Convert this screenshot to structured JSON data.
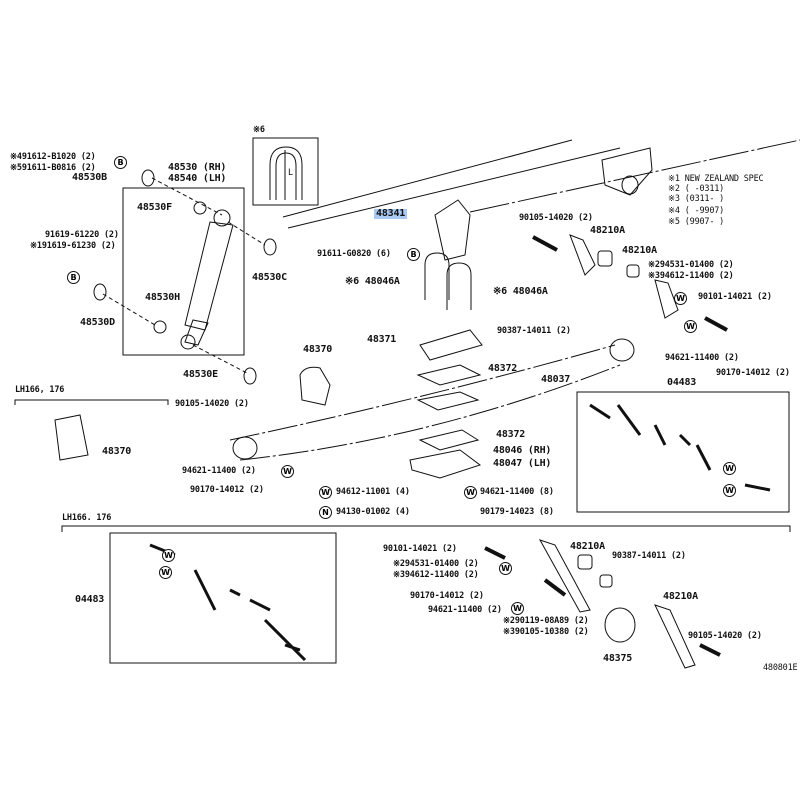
{
  "diagram": {
    "code": "480801E",
    "notes": [
      "※1 NEW ZEALAND SPEC",
      "※2 (      -0311)",
      "※3 (0311-      )",
      "※4 (      -9907)",
      "※5 (9907-      )"
    ],
    "inset_label": "※6",
    "inset_dimension": "L",
    "variant_label_1": "LH166, 176",
    "variant_label_2": "LH166. 176",
    "selected_part": "48341",
    "callouts": {
      "c1": "※491612-B1020 (2)",
      "c2": "※591611-B0816 (2)",
      "c3": "48530B",
      "c4": "48530 (RH)",
      "c5": "48540 (LH)",
      "c6": "48530F",
      "c7": "91619-61220 (2)",
      "c8": "※191619-61230 (2)",
      "c9": "48530C",
      "c10": "48530H",
      "c11": "48530D",
      "c12": "48530E",
      "c13": "91611-G0820 (6)",
      "c14": "※6 48046A",
      "c15": "※6 48046A",
      "c16": "48371",
      "c17": "48370",
      "c18": "90387-14011 (2)",
      "c19": "48372",
      "c20": "48037",
      "c21": "48372",
      "c22": "48046 (RH)",
      "c23": "48047 (LH)",
      "c24": "90105-14020 (2)",
      "c25": "48210A",
      "c26": "48210A",
      "c27": "※294531-01400 (2)",
      "c28": "※394612-11400 (2)",
      "c29": "90101-14021 (2)",
      "c30": "94621-11400 (2)",
      "c31": "90170-14012 (2)",
      "c32": "04483",
      "c33": "48370",
      "c34": "90105-14020 (2)",
      "c35": "94621-11400 (2)",
      "c36": "90170-14012 (2)",
      "c37": "94612-11001 (4)",
      "c38": "94130-01002 (4)",
      "c39": "94621-11400 (8)",
      "c40": "90179-14023 (8)",
      "c41": "04483",
      "c42": "90101-14021 (2)",
      "c43": "※294531-01400 (2)",
      "c44": "※394612-11400 (2)",
      "c45": "90170-14012 (2)",
      "c46": "94621-11400 (2)",
      "c47": "※290119-08A89 (2)",
      "c48": "※390105-10380 (2)",
      "c49": "48210A",
      "c50": "90387-14011 (2)",
      "c51": "48210A",
      "c52": "90105-14020 (2)",
      "c53": "48375"
    },
    "symbols": {
      "bolt": "B",
      "washer": "W",
      "nut": "N"
    }
  }
}
